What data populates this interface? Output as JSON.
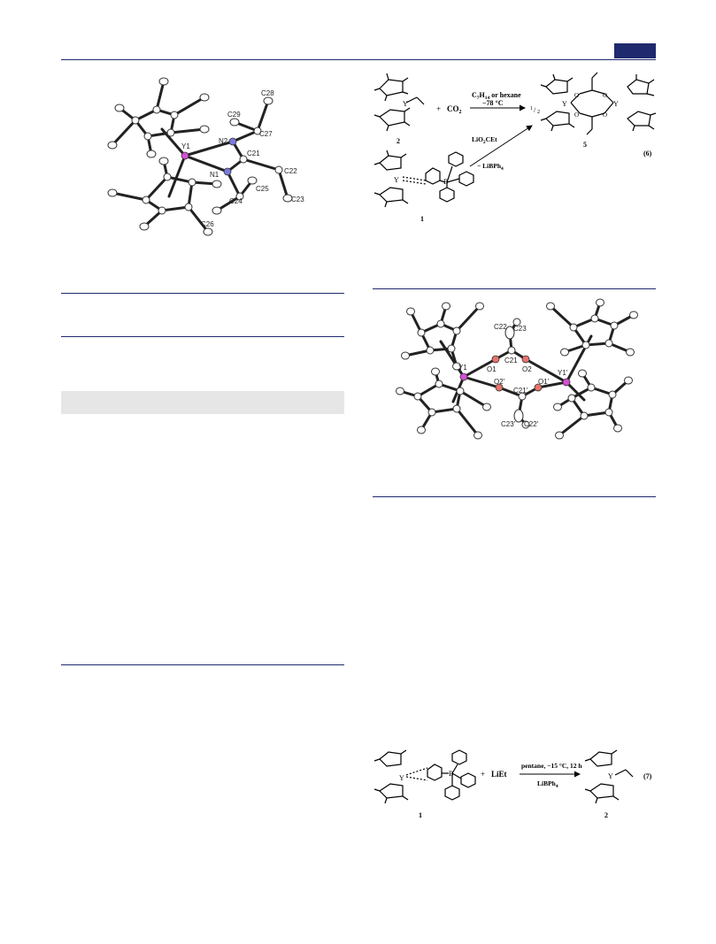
{
  "header": {
    "accent_color": "#1f2a6e"
  },
  "figure_left_top": {
    "atom_labels": {
      "y1": "Y1",
      "n1": "N1",
      "n2": "N2",
      "c21": "C21",
      "c22": "C22",
      "c23": "C23",
      "c24": "C24",
      "c25": "C25",
      "c26": "C26",
      "c27": "C27",
      "c28": "C28",
      "c29": "C29"
    }
  },
  "scheme_6": {
    "reagent_plus": "+",
    "reagent_co2": "CO",
    "reagent_co2_sub": "2",
    "cond_top_1": "C",
    "cond_top_1_sub_a": "7",
    "cond_top_1_mid": "H",
    "cond_top_1_sub_b": "14",
    "cond_top_1_tail": " or hexane",
    "cond_top_2": "−78 °C",
    "coef_num": "1",
    "coef_den": "2",
    "cond_bottom_1": "LiO",
    "cond_bottom_1_sub": "2",
    "cond_bottom_1_tail": "CEt",
    "cond_bottom_2": "− LiBPh",
    "cond_bottom_2_sub": "4",
    "label_2": "2",
    "label_5": "5",
    "label_1": "1",
    "eq_number": "(6)",
    "atom_y": "Y",
    "atom_b": "B",
    "atom_o": "O"
  },
  "figure_right_mid": {
    "atom_labels": {
      "y1": "Y1",
      "y1p": "Y1'",
      "o1": "O1",
      "o2": "O2",
      "o1p": "O1'",
      "o2p": "O2'",
      "c21": "C21",
      "c21p": "C21'",
      "c22": "C22",
      "c23": "C23",
      "c22p": "C22'",
      "c23p": "C23'"
    }
  },
  "scheme_7": {
    "plus": "+",
    "reagent": "LiEt",
    "cond_top": "pentane, −15 °C, 12 h",
    "cond_bottom": "LiBPh",
    "cond_bottom_sub": "4",
    "label_1": "1",
    "label_2": "2",
    "eq_number": "(7)",
    "atom_y": "Y",
    "atom_b": "B"
  }
}
